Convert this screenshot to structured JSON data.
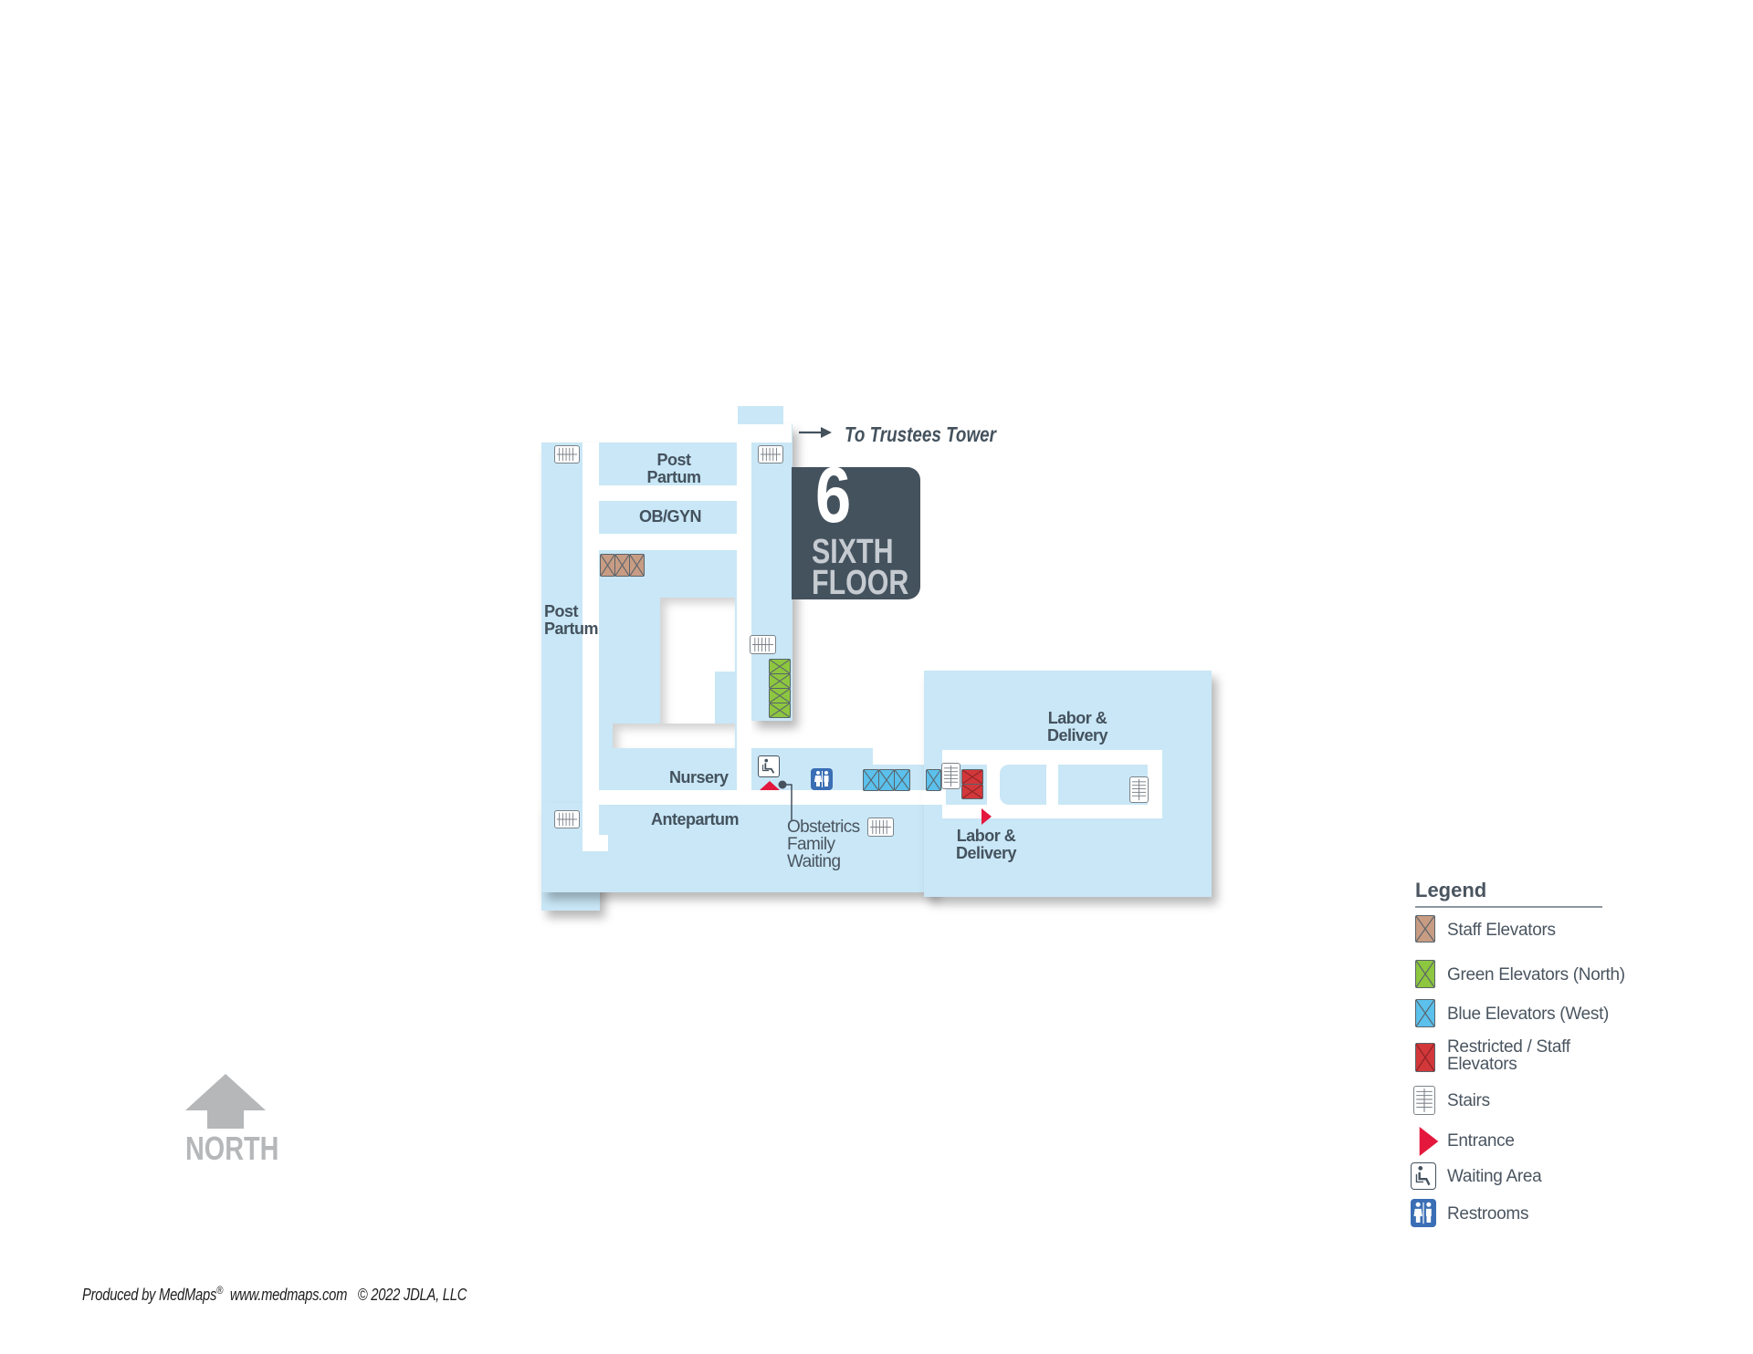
{
  "floor_badge": {
    "number": "6",
    "line1": "SIXTH",
    "line2": "FLOOR"
  },
  "direction_label": "To Trustees Tower",
  "areas": {
    "post_partum_top": "Post\nPartum",
    "ob_gyn": "OB/GYN",
    "post_partum_left": "Post\nPartum",
    "nursery": "Nursery",
    "antepartum": "Antepartum",
    "obstetrics_waiting": "Obstetrics\nFamily\nWaiting",
    "labor_delivery_top": "Labor &\nDelivery",
    "labor_delivery_bottom": "Labor &\nDelivery"
  },
  "legend": {
    "title": "Legend",
    "items": [
      {
        "icon": "staff-elevator-icon",
        "label": "Staff Elevators",
        "color": "#c79c83"
      },
      {
        "icon": "green-elevator-icon",
        "label": "Green Elevators (North)",
        "color": "#8dc63f"
      },
      {
        "icon": "blue-elevator-icon",
        "label": "Blue Elevators (West)",
        "color": "#5bc0eb"
      },
      {
        "icon": "restricted-elevator-icon",
        "label": "Restricted / Staff\nElevators",
        "color": "#d2373a"
      },
      {
        "icon": "stairs-icon",
        "label": "Stairs"
      },
      {
        "icon": "entrance-icon",
        "label": "Entrance",
        "color": "#e4183c"
      },
      {
        "icon": "waiting-area-icon",
        "label": "Waiting Area"
      },
      {
        "icon": "restrooms-icon",
        "label": "Restrooms",
        "color": "#3a6eb5"
      }
    ]
  },
  "north_arrow": {
    "label": "NORTH"
  },
  "footer": {
    "produced_by": "Produced by MedMaps",
    "registered": "®",
    "website": "www.medmaps.com",
    "copyright": "© 2022 JDLA, LLC"
  },
  "colors": {
    "room": "#c9e7f6",
    "badge": "#44525e",
    "text": "#44525e",
    "staff_elevator": "#c79c83",
    "green_elevator": "#8dc63f",
    "blue_elevator": "#5bc0eb",
    "restricted_elevator": "#d2373a",
    "entrance": "#e4183c",
    "restroom": "#3a6eb5"
  }
}
